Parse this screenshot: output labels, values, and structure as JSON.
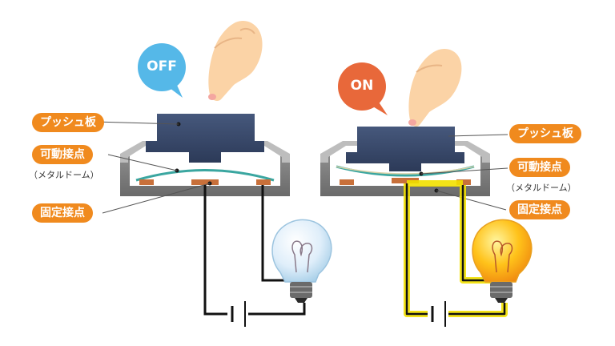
{
  "colors": {
    "label_orange": "#f08a1e",
    "off_bubble": "#55b8e8",
    "on_bubble": "#e8683a",
    "plate": "#3a4a6a",
    "housing_gray": "#8a8a8a",
    "dome_teal": "#3aa6a0",
    "contact_copper": "#c8703a",
    "wire_off": "#111111",
    "wire_on": "#f2e000"
  },
  "icons": [
    "hand-pointer-icon",
    "light-bulb-icon",
    "battery-symbol-icon"
  ],
  "off_panel": {
    "state_badge": "OFF",
    "push_plate_label": "プッシュ板",
    "movable_contact_label": "可動接点",
    "movable_contact_sublabel": "（メタルドーム）",
    "fixed_contact_label": "固定接点",
    "bulb_lit": false
  },
  "on_panel": {
    "state_badge": "ON",
    "push_plate_label": "プッシュ板",
    "movable_contact_label": "可動接点",
    "movable_contact_sublabel": "（メタルドーム）",
    "fixed_contact_label": "固定接点",
    "bulb_lit": true
  }
}
